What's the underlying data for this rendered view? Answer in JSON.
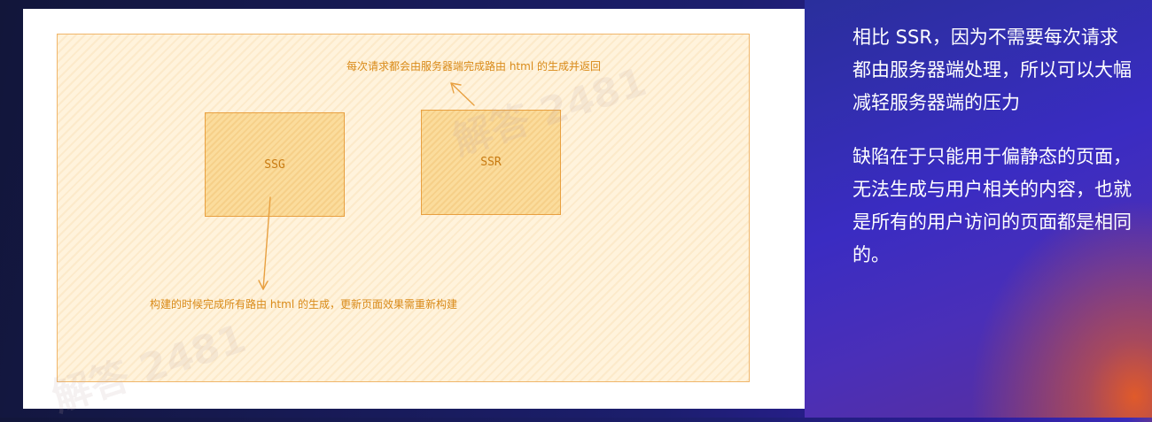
{
  "diagram": {
    "ssg_label": "SSG",
    "ssr_label": "SSR",
    "ssr_note": "每次请求都会由服务器端完成路由 html 的生成并返回",
    "ssg_note": "构建的时候完成所有路由 html 的生成，更新页面效果需重新构建"
  },
  "watermark": "解答 2481",
  "side_text": {
    "paragraph1": "相比 SSR，因为不需要每次请求都由服务器端处理，所以可以大幅减轻服务器端的压力",
    "paragraph2": "缺陷在于只能用于偏静态的页面，无法生成与用户相关的内容，也就是所有的用户访问的页面都是相同的。"
  },
  "colors": {
    "accent_orange": "#e8a040",
    "text_orange": "#d98a18",
    "slide_blue": "#2d1d9a"
  }
}
